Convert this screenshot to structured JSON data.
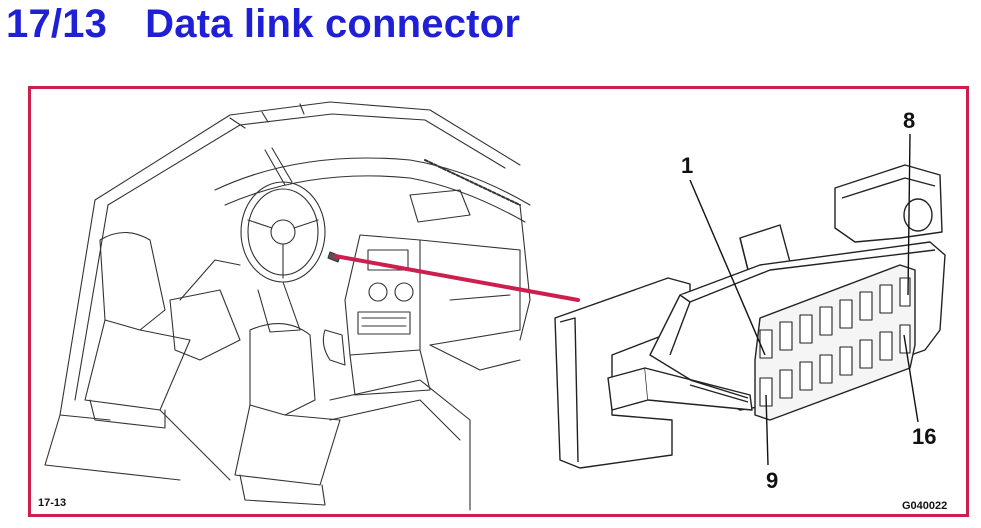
{
  "title": {
    "number": "17/13",
    "text": "Data link connector"
  },
  "callouts": {
    "pin1": "1",
    "pin8": "8",
    "pin9": "9",
    "pin16": "16"
  },
  "figure": {
    "left_code": "17-13",
    "right_code": "G040022"
  },
  "colors": {
    "title": "#1f1fd6",
    "frame": "#cc1f4e",
    "leader": "#cc1f4e",
    "line_art": "#333333"
  }
}
